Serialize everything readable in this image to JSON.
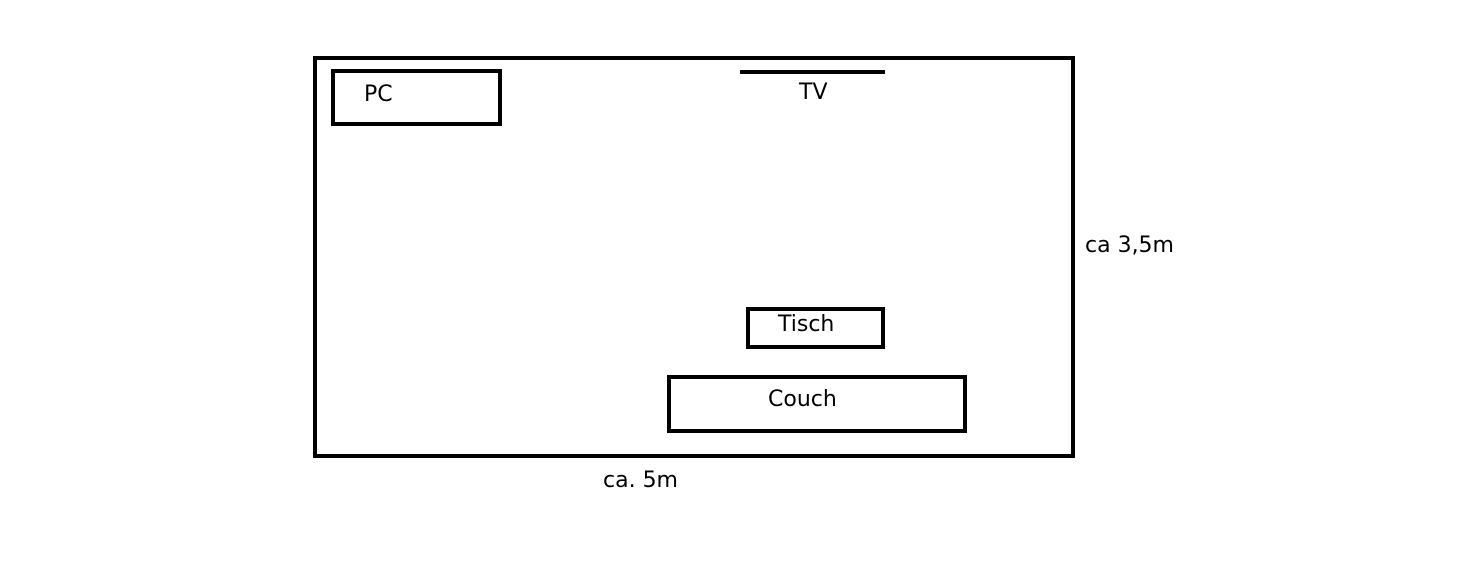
{
  "room": {
    "width_label": "ca. 5m",
    "height_label": "ca 3,5m"
  },
  "furniture": {
    "pc": "PC",
    "tv": "TV",
    "table": "Tisch",
    "couch": "Couch"
  }
}
